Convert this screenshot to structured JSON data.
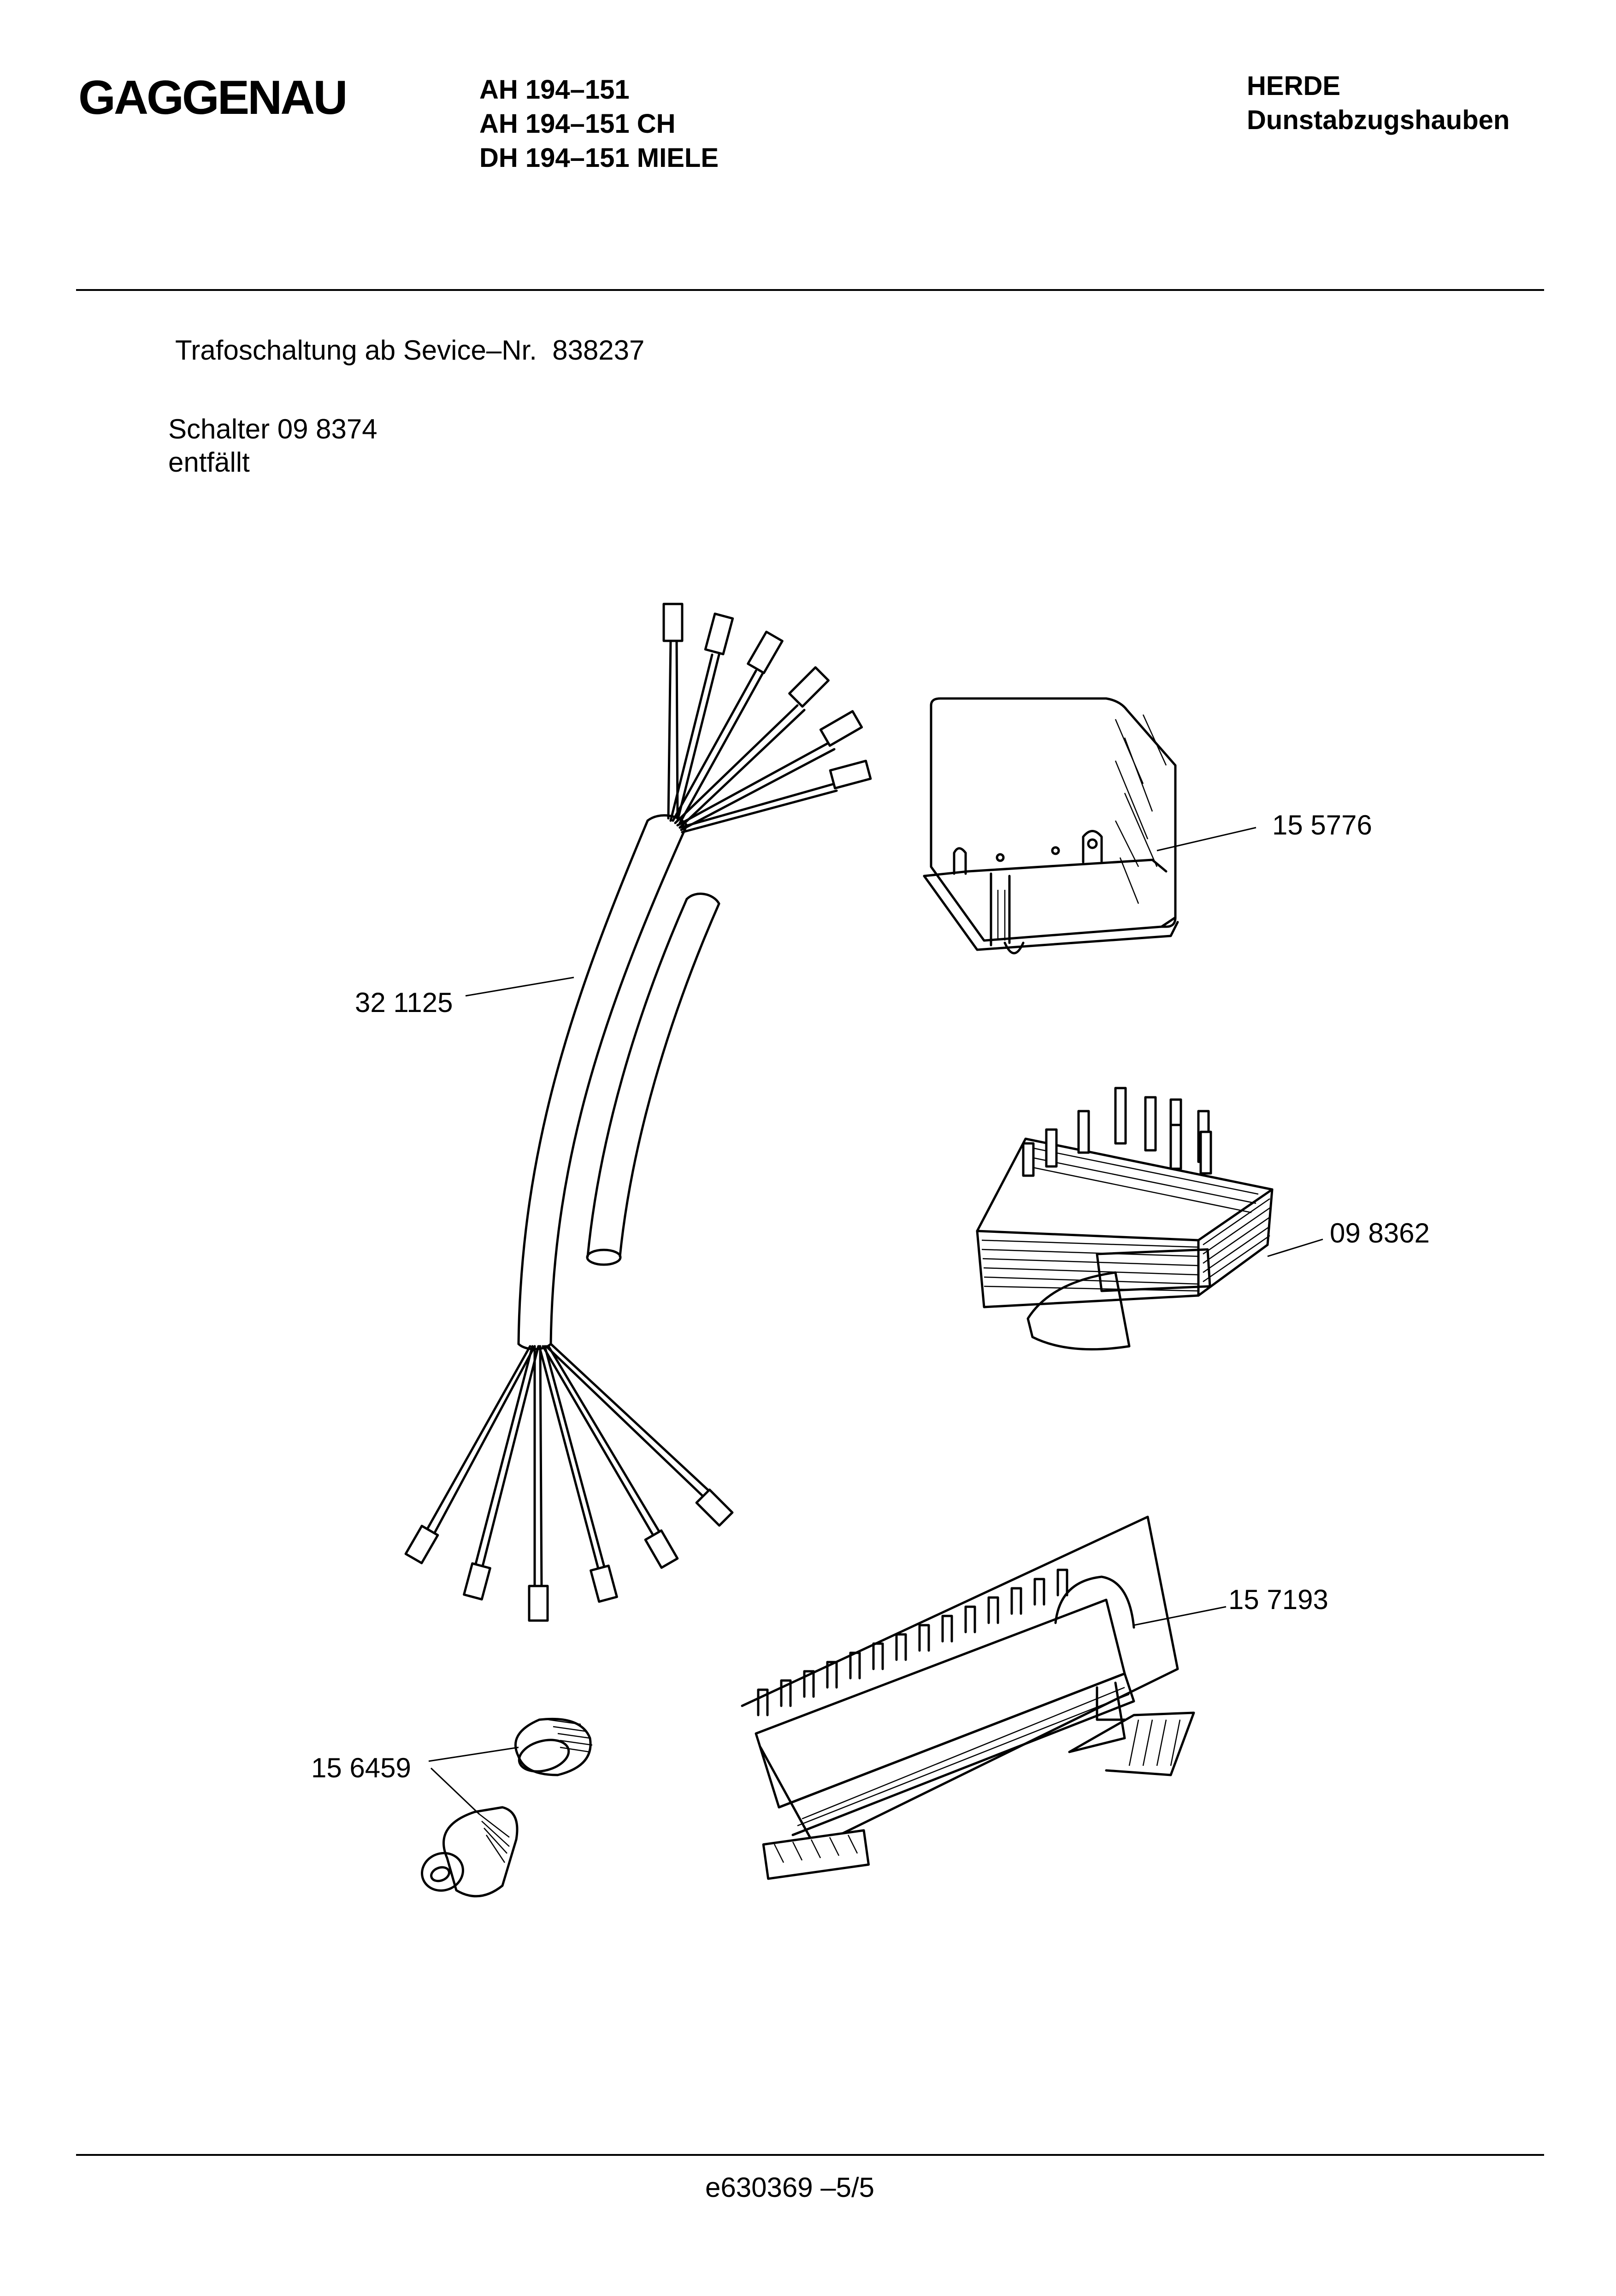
{
  "header": {
    "brand": "GAGGENAU",
    "models": [
      "AH 194–151",
      "AH 194–151 CH",
      "DH 194–151 MIELE"
    ],
    "category": "HERDE",
    "subcategory": "Dunstabzugshauben"
  },
  "notes": {
    "transformer_circuit": "Trafoschaltung ab Sevice–Nr.  838237",
    "switch": "Schalter 09 8374",
    "switch_status": "entfällt"
  },
  "parts": {
    "cover": "15 5776",
    "cable_harness": "32 1125",
    "transformer": "09 8362",
    "terminal_strip": "15 7193",
    "grommet": "15 6459"
  },
  "footer": {
    "doc_ref": "e630369 –5/5"
  }
}
